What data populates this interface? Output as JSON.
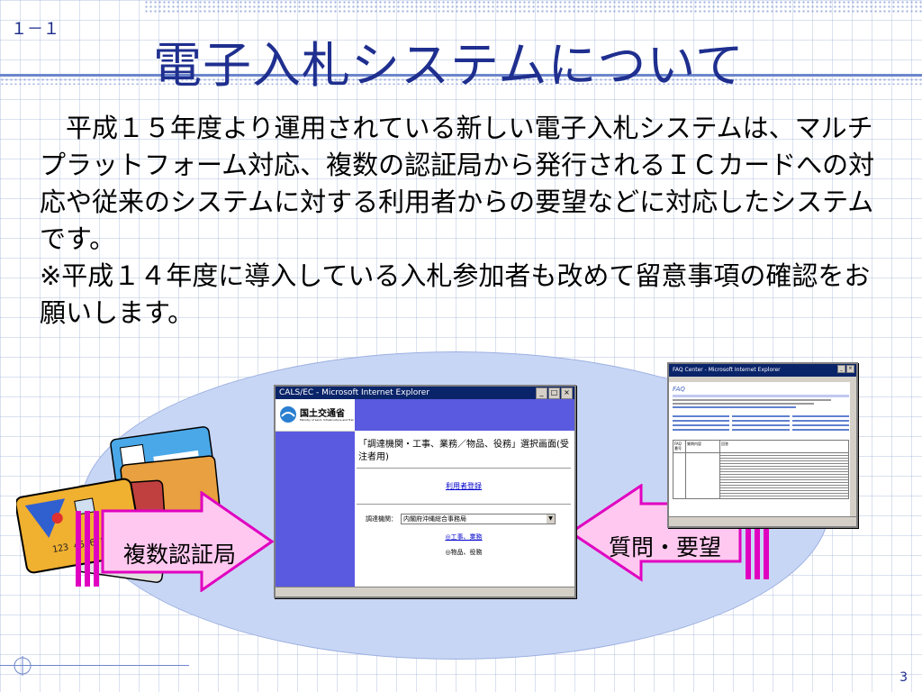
{
  "slide": {
    "id": "１－１",
    "title": "電子入札システムについて",
    "paragraph1": "平成１５年度より運用されている新しい電子入札システムは、マルチプラットフォーム対応、複数の認証局から発行されるＩＣカードへの対応や従来のシステムに対する利用者からの要望などに対応したシステムです。",
    "paragraph2": "※平成１４年度に導入している入札参加者も改めて留意事項の確認をお願いします。",
    "page_number": "3"
  },
  "diagram": {
    "left_arrow_label": "複数認証局",
    "right_arrow_label": "質問・要望",
    "card_number": "123 45 6789 1234"
  },
  "center_window": {
    "title": "CALS/EC - Microsoft Internet Explorer",
    "logo_text": "国土交通省",
    "logo_subtext": "Ministry of Land, Infrastructure and Transport",
    "heading": "「調達機関・工事、業務／物品、役務」選択画面(受注者用)",
    "user_registration_link": "利用者登録",
    "agency_label": "調達機関：",
    "agency_value": "内閣府沖縄総合事務局",
    "option_works": "◎工事、業務",
    "option_goods": "◎物品、役務"
  },
  "right_window": {
    "title": "FAQ Center - Microsoft Internet Explorer",
    "heading": "FAQ",
    "col_headers": [
      "FAQ番号",
      "質問内容",
      "回答"
    ]
  },
  "colors": {
    "title": "#1f2f8f",
    "ellipse": "#c8d6f5",
    "arrow_fill": "#ffc8f0",
    "arrow_stroke": "#e000c0",
    "ie_titlebar": "#0a246a",
    "ie_sidebar": "#5a5ae0"
  }
}
